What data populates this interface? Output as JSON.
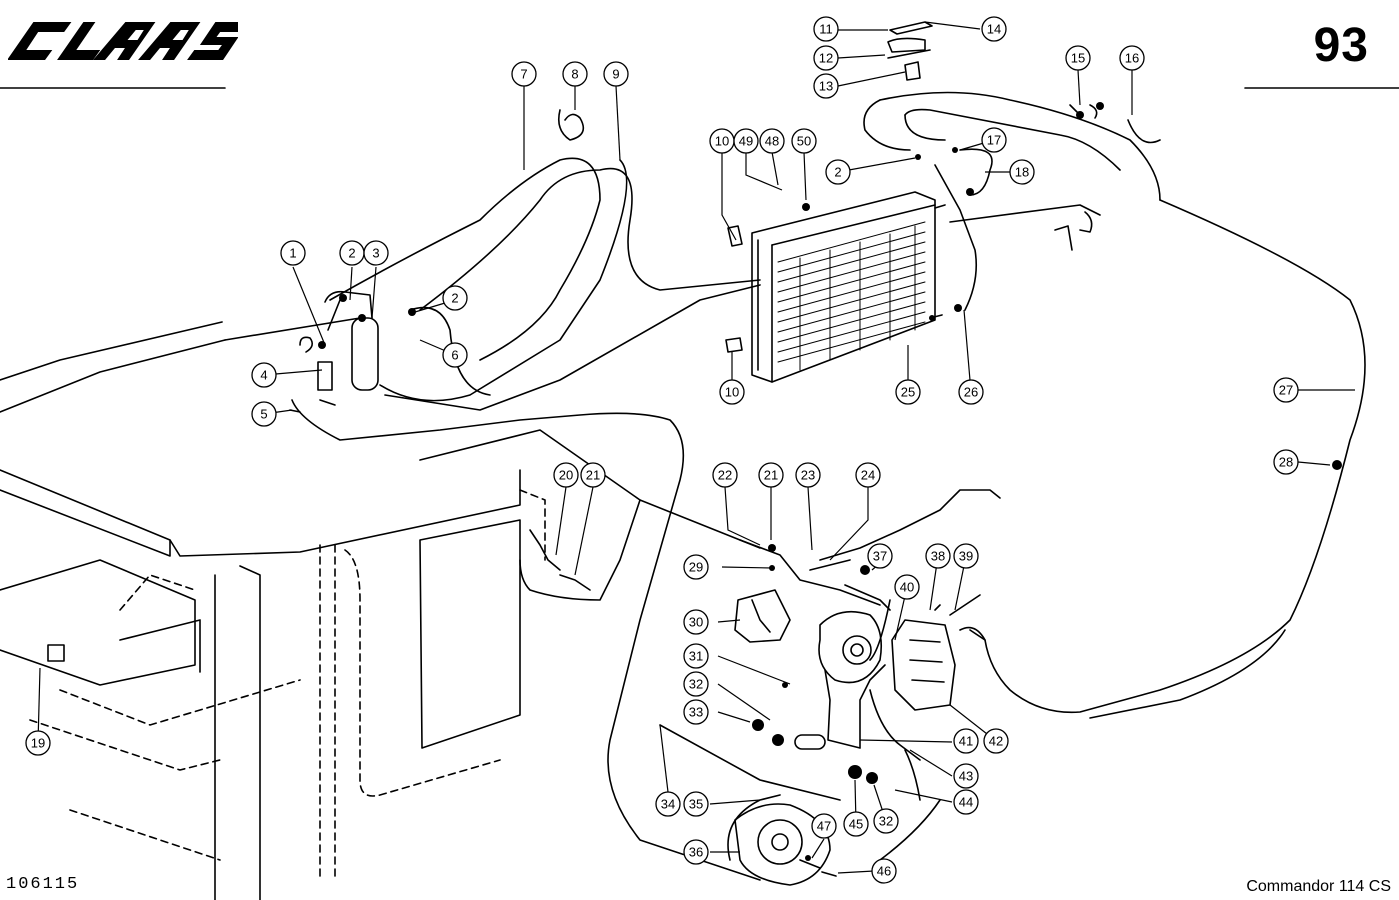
{
  "header": {
    "brand": "CLAAS",
    "page_number": "93"
  },
  "footer": {
    "drawing_number": "106115",
    "model": "Commandor 114 CS"
  },
  "callouts": [
    "1",
    "2",
    "2",
    "2",
    "3",
    "4",
    "5",
    "6",
    "7",
    "8",
    "9",
    "10",
    "10",
    "11",
    "12",
    "13",
    "14",
    "15",
    "16",
    "17",
    "18",
    "19",
    "20",
    "21",
    "21",
    "22",
    "23",
    "24",
    "25",
    "26",
    "27",
    "28",
    "29",
    "30",
    "31",
    "32",
    "32",
    "33",
    "34",
    "35",
    "36",
    "37",
    "38",
    "39",
    "40",
    "41",
    "42",
    "43",
    "44",
    "45",
    "46",
    "47",
    "48",
    "49",
    "50"
  ]
}
